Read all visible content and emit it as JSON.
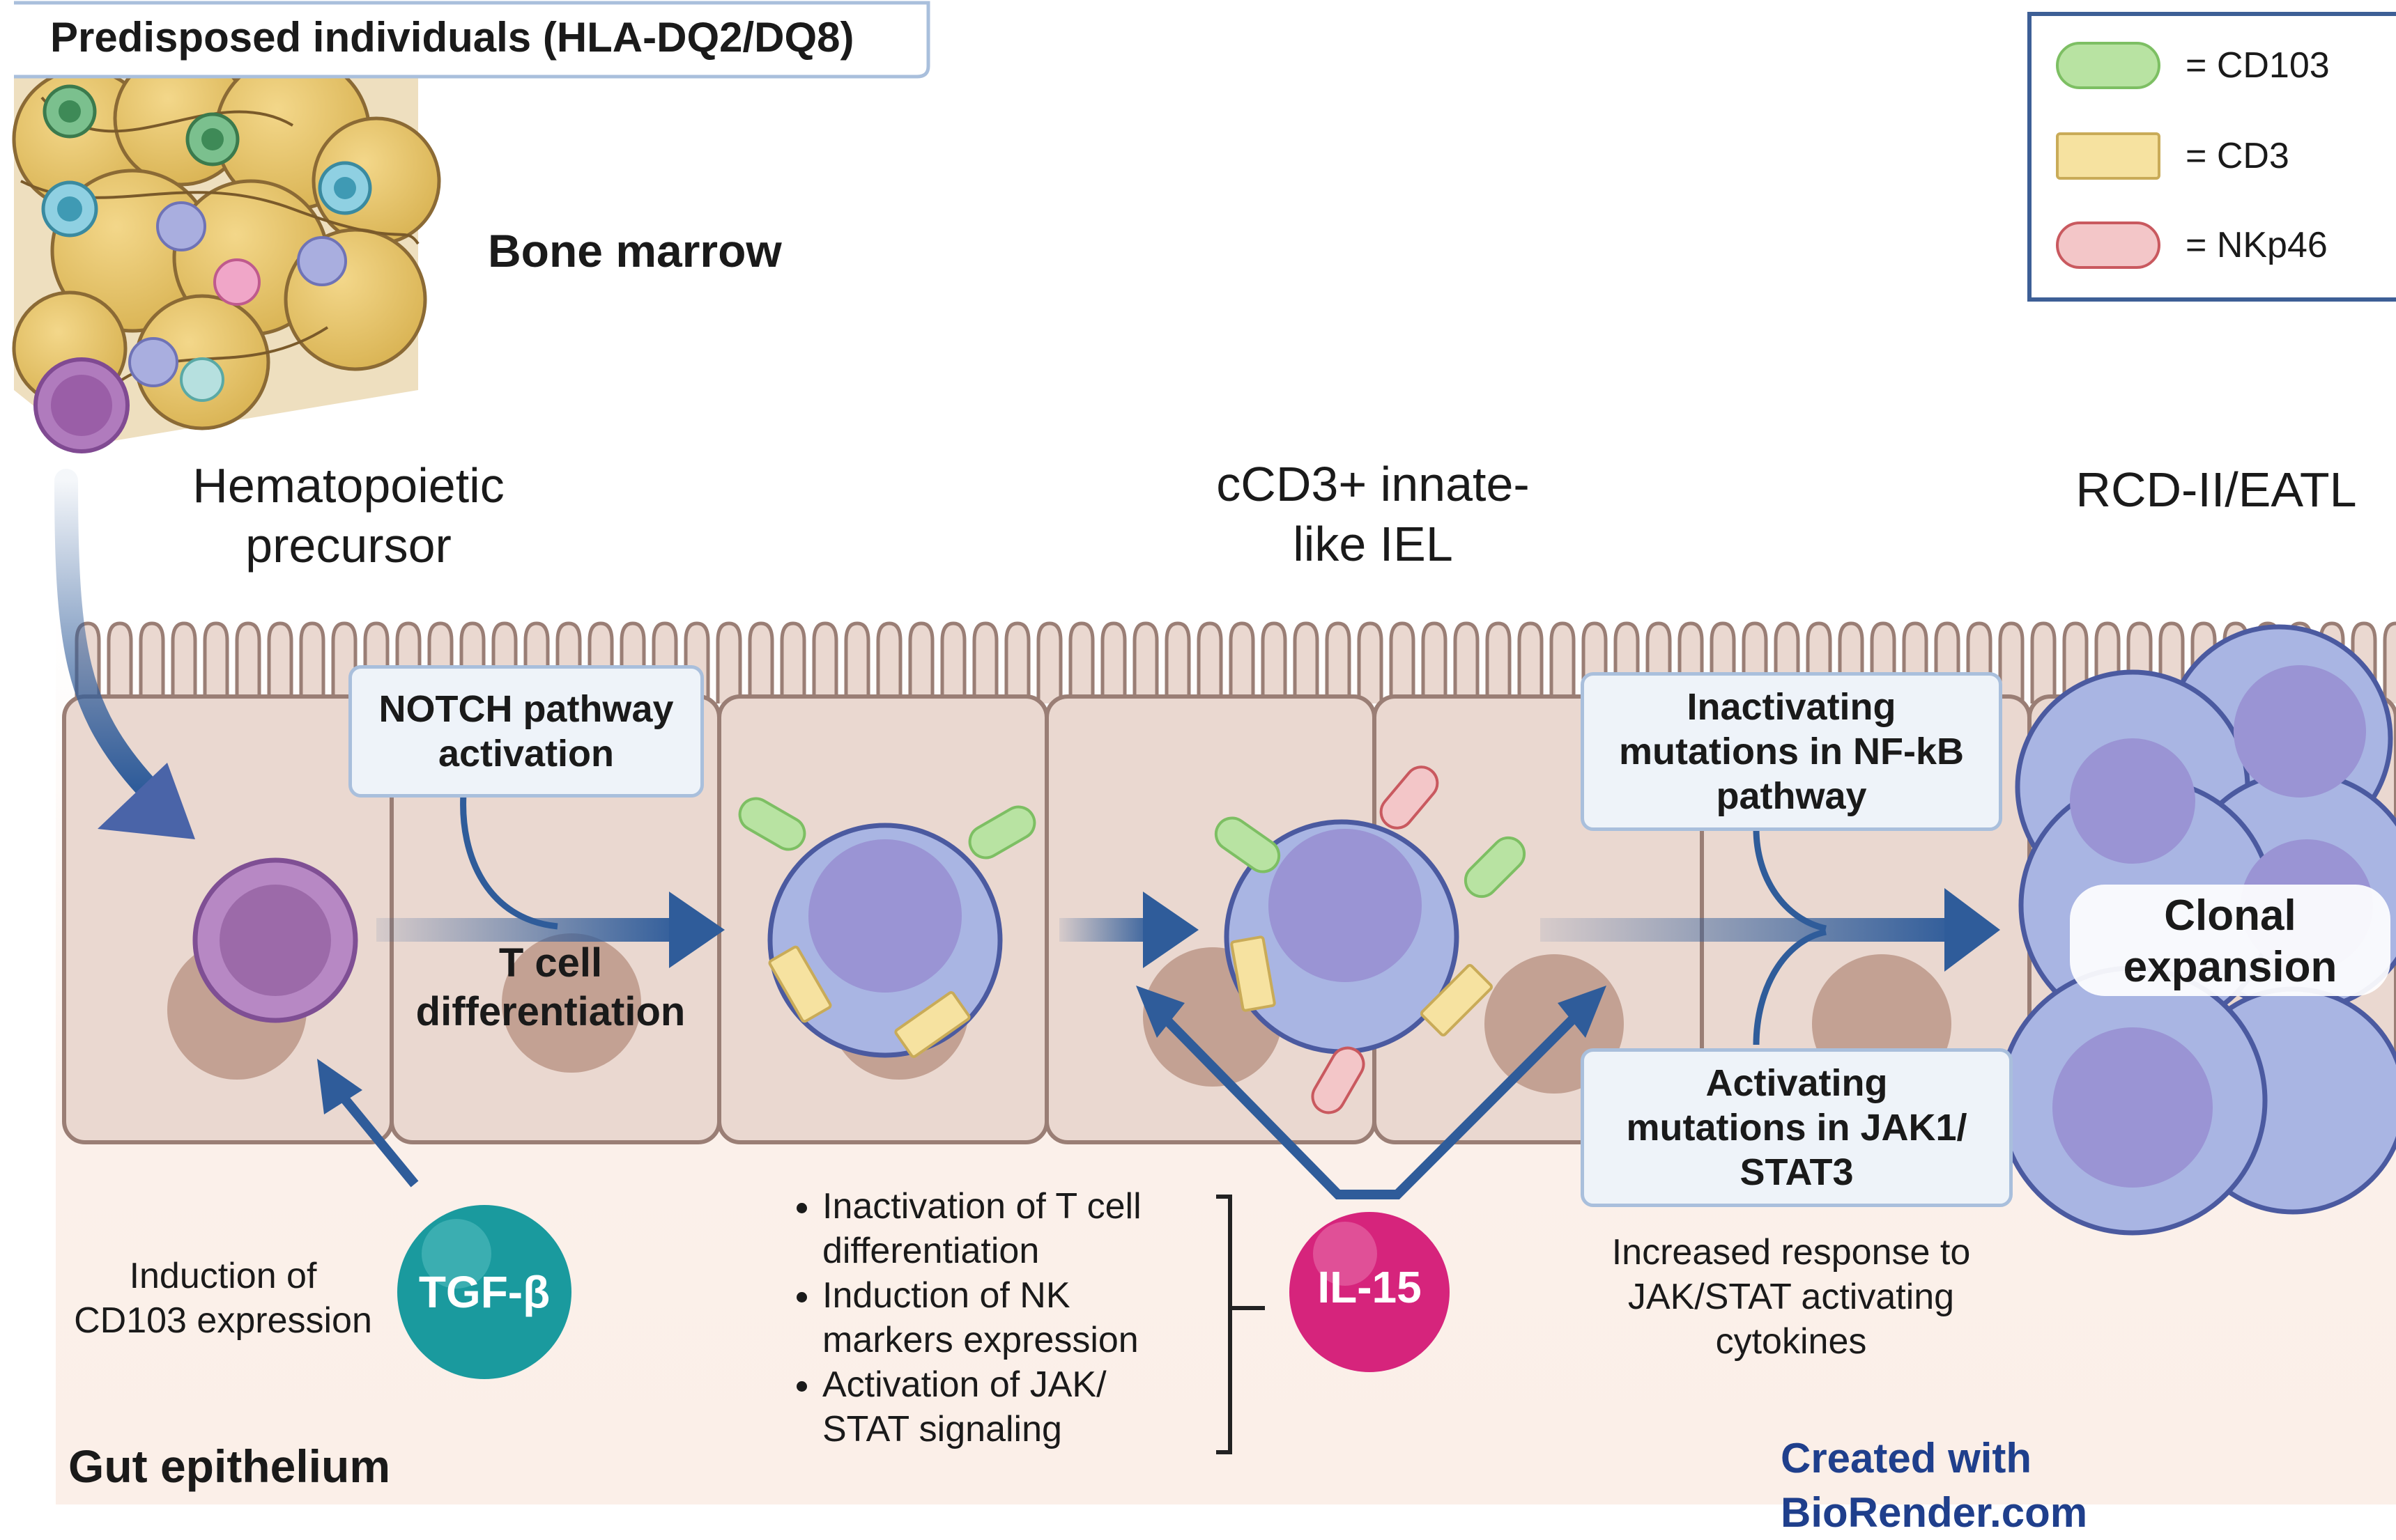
{
  "title_tab": "Predisposed individuals (HLA-DQ2/DQ8)",
  "bone_marrow_label": "Bone marrow",
  "stages": {
    "precursor": [
      "Hematopoietic",
      "precursor"
    ],
    "innate": [
      "cCD3+ innate-",
      "like IEL"
    ],
    "rcd": "RCD-II/EATL"
  },
  "legend": {
    "items": [
      {
        "label": "= CD103",
        "fill": "#b8e3a2",
        "stroke": "#7dbf63"
      },
      {
        "label": "= CD3",
        "fill": "#f6e2a0",
        "stroke": "#c9ab58"
      },
      {
        "label": "= NKp46",
        "fill": "#f3c6c8",
        "stroke": "#c9595f"
      }
    ]
  },
  "boxes": {
    "notch": [
      "NOTCH pathway",
      "activation"
    ],
    "nfkb": [
      "Inactivating",
      "mutations in NF-kB",
      "pathway"
    ],
    "jak": [
      "Activating",
      "mutations in JAK1/",
      "STAT3"
    ]
  },
  "t_cell_diff": [
    "T cell",
    "differentiation"
  ],
  "clonal": [
    "Clonal",
    "expansion"
  ],
  "tgf": {
    "label": "TGF-β",
    "note": [
      "Induction of",
      "CD103 expression"
    ]
  },
  "il15": {
    "label": "IL-15"
  },
  "bullets": [
    [
      "Inactivation of T cell",
      "differentiation"
    ],
    [
      "Induction of NK",
      "markers expression"
    ],
    [
      "Activation of JAK/",
      "STAT signaling"
    ]
  ],
  "jak_response": [
    "Increased response to",
    "JAK/STAT activating",
    "cytokines"
  ],
  "gut_label": "Gut epithelium",
  "credit": [
    "Created with",
    "BioRender.com"
  ],
  "colors": {
    "arrow": "#2f5c9a",
    "epithelium": "#ead8d0",
    "tgf": "#1a9a9e",
    "il15": "#d6247c",
    "precursor": "#a878b4",
    "iel": "#a9b5e3",
    "credit": "#1f3f8c"
  }
}
